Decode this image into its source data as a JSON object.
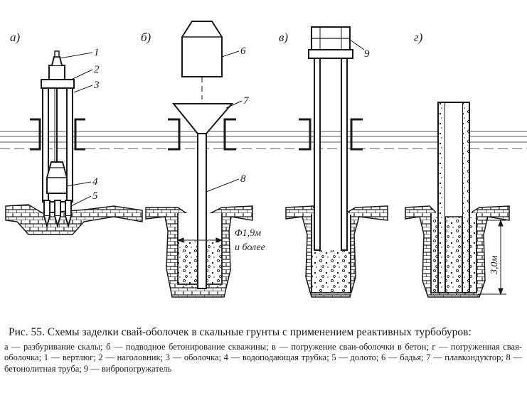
{
  "panels": {
    "a": "а)",
    "b": "б)",
    "v": "в)",
    "g": "г)"
  },
  "part_numbers": {
    "n1": "1",
    "n2": "2",
    "n3": "3",
    "n4": "4",
    "n5": "5",
    "n6": "6",
    "n7": "7",
    "n8": "8",
    "n9": "9"
  },
  "dimensions": {
    "diameter": "Φ1,9м",
    "diameter_note": "и более",
    "depth": "3,0м"
  },
  "caption": {
    "title": "Рис. 55. Схемы заделки свай-оболочек в скальные грунты с применением реактивных турбобуров:",
    "legend": "а — разбуривание скалы; б — подводное бетонирование скважины; в — погружение сваи-оболочки в бетон; г — погруженная свая-оболочка; 1 — вертлюг; 2 — наголовник; 3 — оболочка; 4 — водоподающая трубка; 5 — долото; 6 — бадья; 7 — плавкондуктор; 8 — бетонолитная труба; 9 — вибропогружатель"
  }
}
